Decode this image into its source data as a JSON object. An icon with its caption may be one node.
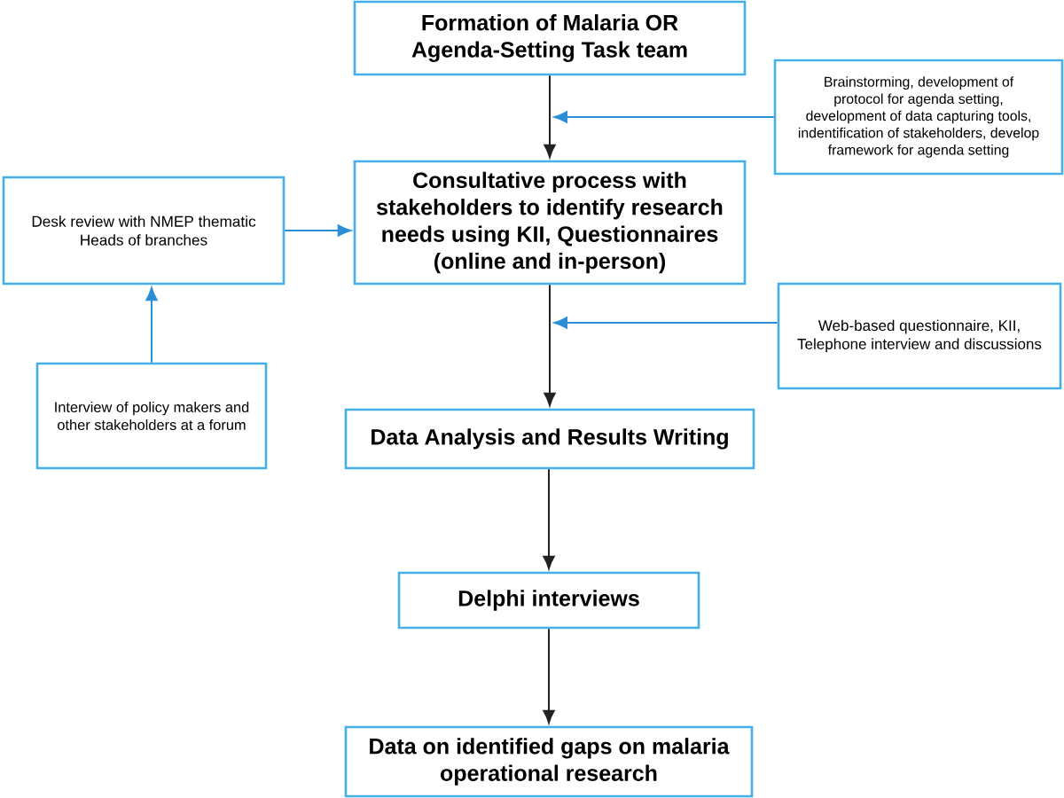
{
  "diagram": {
    "nodes": [
      {
        "text": [
          "Formation of Malaria OR Agenda-Setting Task team"
        ]
      },
      {
        "text": [
          "Brainstorming, development of protocol for agenda setting, development of data capturing tools, indentification of stakeholders, develop framework for agenda setting"
        ]
      },
      {
        "text": [
          "Desk review with NMEP thematic Heads of branches"
        ]
      },
      {
        "text": [
          "Consultative process with stakeholders to identify research needs using KII, Questionnaires (online and in-person)"
        ]
      },
      {
        "text": [
          "Web-based questionnaire, KII, Telephone interview and discussions"
        ]
      },
      {
        "text": [
          "Interview of policy makers and other stakeholders at a forum"
        ]
      },
      {
        "text": [
          "Data Analysis and Results Writing"
        ]
      },
      {
        "text": [
          "Delphi interviews"
        ]
      },
      {
        "text": [
          "Data on identified gaps on malaria operational research"
        ]
      }
    ],
    "edges": [
      {
        "from": 0,
        "to": 3,
        "arrow": "to"
      },
      {
        "from": 1,
        "to": null,
        "arrow": "to",
        "color": "#2b8fd6"
      },
      {
        "from": 2,
        "to": 3,
        "arrow": "to",
        "color": "#2b8fd6"
      },
      {
        "from": 4,
        "to": null,
        "arrow": "to",
        "color": "#2b8fd6"
      },
      {
        "from": 5,
        "to": 2,
        "arrow": "to",
        "color": "#2b8fd6"
      },
      {
        "from": 3,
        "to": 6,
        "arrow": "to"
      },
      {
        "from": 6,
        "to": 7,
        "arrow": "to"
      },
      {
        "from": 7,
        "to": 8,
        "arrow": "to"
      }
    ]
  }
}
